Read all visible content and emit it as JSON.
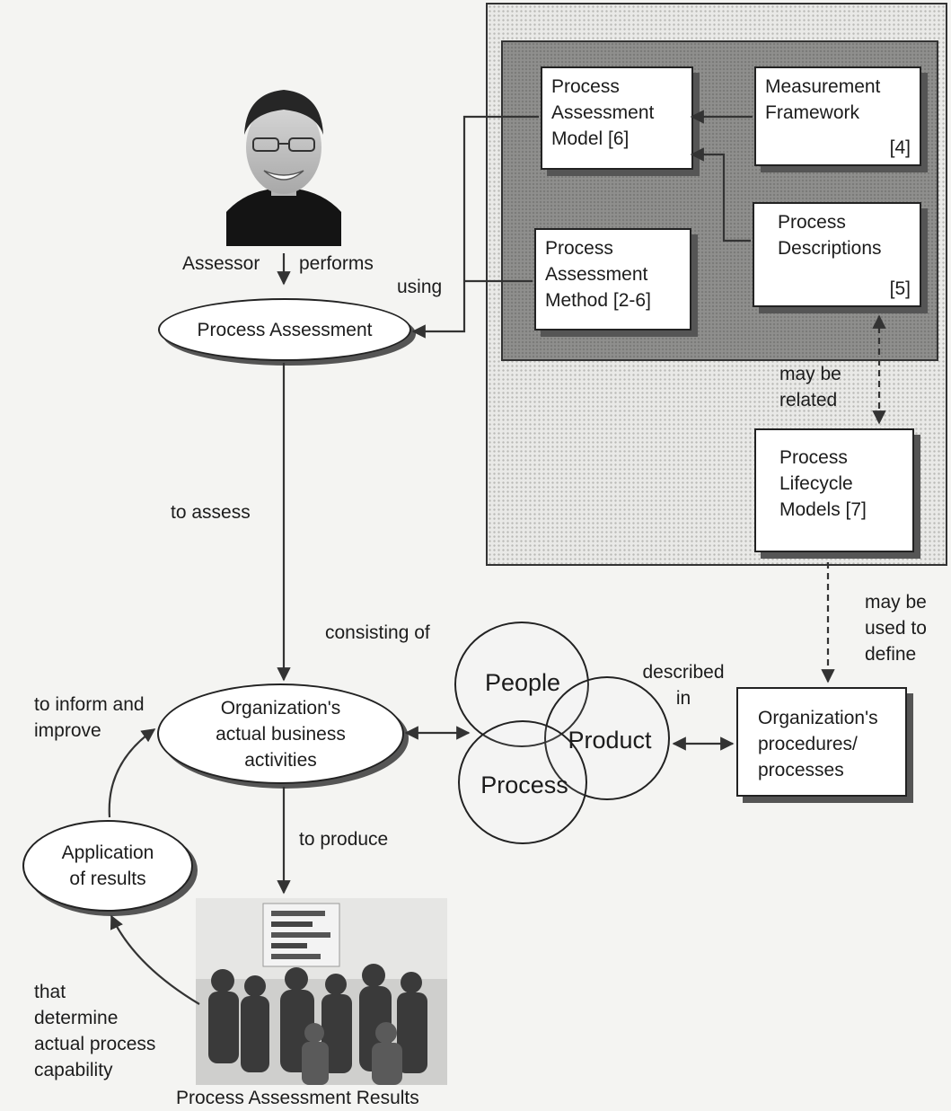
{
  "boxes": {
    "pam": {
      "text": "Process\nAssessment\nModel  [6]"
    },
    "mf": {
      "text": "Measurement\nFramework",
      "ref": "[4]"
    },
    "pd": {
      "text": "Process\nDescriptions",
      "ref": "[5]"
    },
    "pamethod": {
      "text": "Process\nAssessment\nMethod  [2-6]"
    },
    "plm": {
      "text": "Process\nLifecycle\nModels  [7]"
    },
    "op": {
      "text": "Organization's\nprocedures/\nprocesses"
    }
  },
  "ovals": {
    "pa": "Process Assessment",
    "oaba": "Organization's\nactual business\nactivities",
    "aor": "Application\nof results"
  },
  "circles": {
    "people": "People",
    "product": "Product",
    "process": "Process"
  },
  "labels": {
    "assessor": "Assessor",
    "performs": "performs",
    "using": "using",
    "to_assess": "to assess",
    "consisting_of": "consisting of",
    "described_in": "described\nin",
    "may_be_related": "may be\nrelated",
    "may_be_used_to_define": "may be\nused to\ndefine",
    "to_inform_and_improve": "to inform and\nimprove",
    "to_produce": "to produce",
    "that_determine": "that\ndetermine\nactual process\ncapability",
    "results_caption": "Process Assessment Results"
  }
}
